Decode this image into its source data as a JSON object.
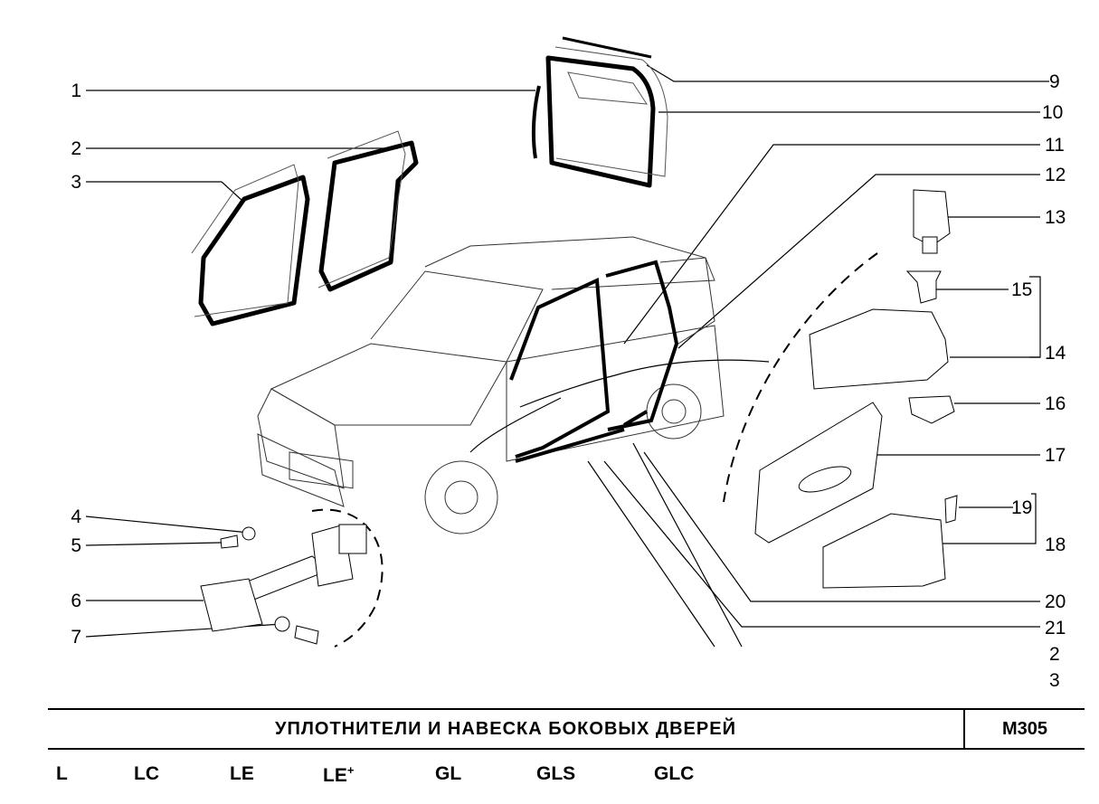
{
  "callouts": {
    "c1": "1",
    "c2": "2",
    "c3": "3",
    "c4": "4",
    "c5": "5",
    "c6": "6",
    "c7": "7",
    "c9": "9",
    "c10": "10",
    "c11": "11",
    "c12": "12",
    "c13": "13",
    "c14": "14",
    "c15": "15",
    "c16": "16",
    "c17": "17",
    "c18": "18",
    "c19": "19",
    "c20": "20",
    "c21": "21",
    "c22": "2",
    "c23": "3"
  },
  "title": "УПЛОТНИТЕЛИ И НАВЕСКА БОКОВЫХ ДВЕРЕЙ",
  "code": "М305",
  "trims": [
    "L",
    "LC",
    "LE",
    "LE",
    "GL",
    "GLS",
    "GLC"
  ],
  "trim_le_plus": "+"
}
